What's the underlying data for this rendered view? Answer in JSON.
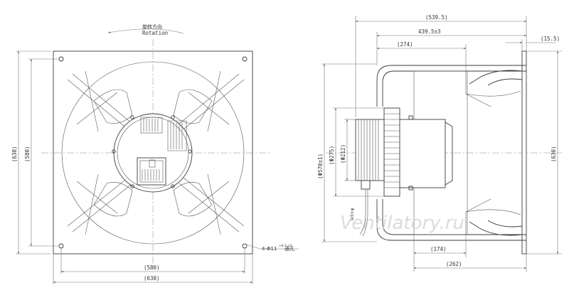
{
  "front_view": {
    "rotation_cn": "旋转方向",
    "rotation_en": "Rotation",
    "dim_bottom_inner": "(580)",
    "dim_bottom_outer": "(630)",
    "dim_left_outer": "(630)",
    "dim_left_inner": "(580)",
    "hole_note_prefix": "4-Φ11",
    "hole_note_tol": "+0.5 / 0",
    "hole_note_suffix": "通孔"
  },
  "side_view": {
    "dim_overall": "(539.5)",
    "dim_length": "439.5±3",
    "dim_274": "(274)",
    "dim_15_5": "(15.5)",
    "dim_dia_570": "(Φ570±1)",
    "dim_dia_275": "(Φ275)",
    "dim_dia_212": "(Φ212)",
    "dim_height_630": "(630)",
    "dim_174": "(174)",
    "dim_262": "(262)",
    "cable_label": "Φ8×φ"
  },
  "watermark": "Ventilatory.ru",
  "colors": {
    "line": "#3a3a3a",
    "centerline": "#888888",
    "watermark": "#d6d6d6"
  }
}
